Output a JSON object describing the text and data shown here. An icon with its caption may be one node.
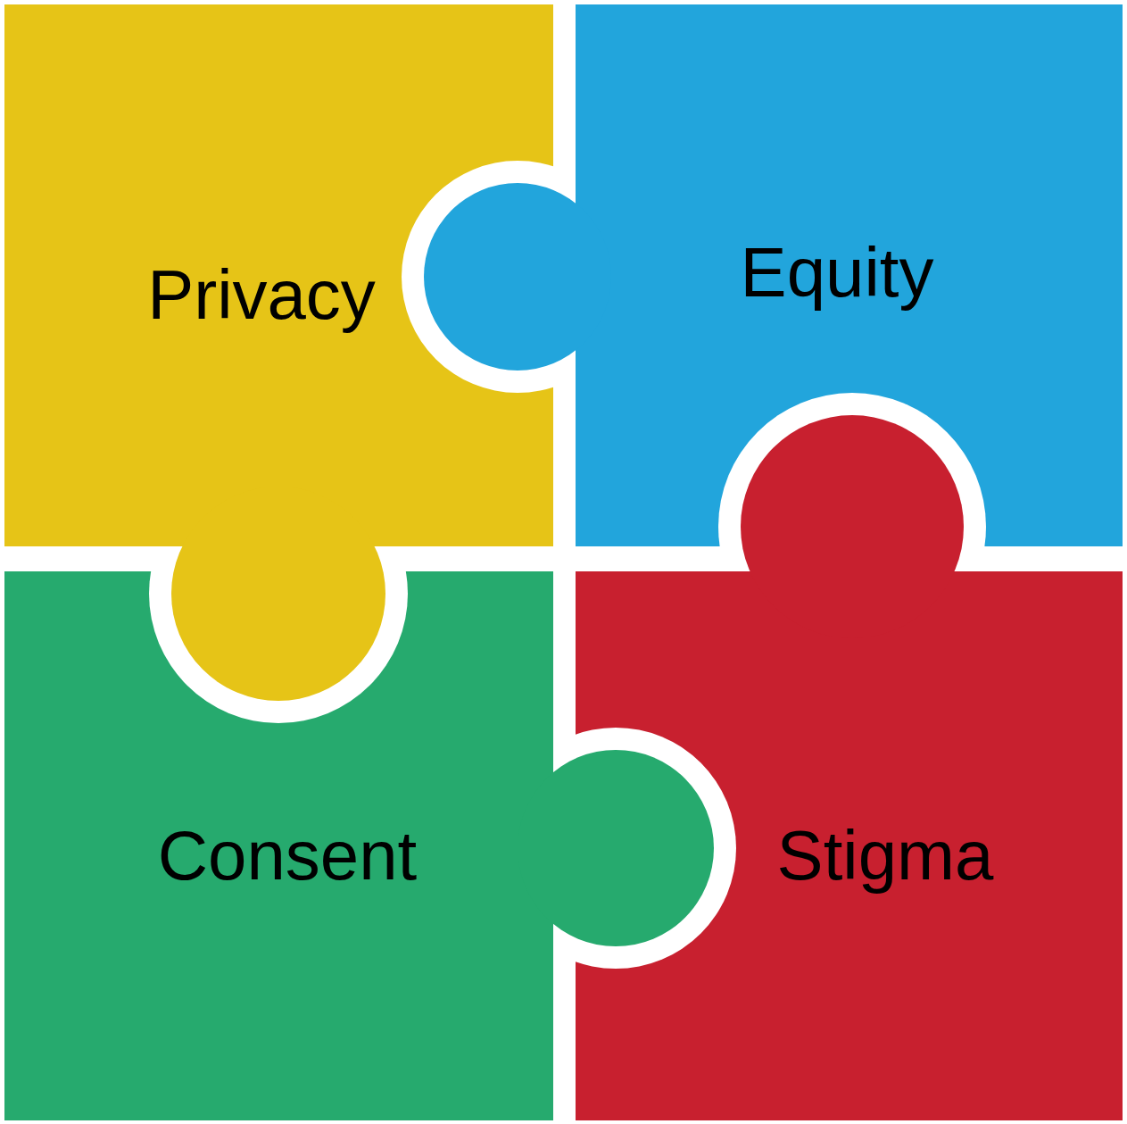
{
  "diagram": {
    "nodes": [
      {
        "text": [
          "Privacy"
        ]
      },
      {
        "text": [
          "Equity"
        ]
      },
      {
        "text": [
          "Consent"
        ]
      },
      {
        "text": [
          "Stigma"
        ]
      }
    ]
  }
}
